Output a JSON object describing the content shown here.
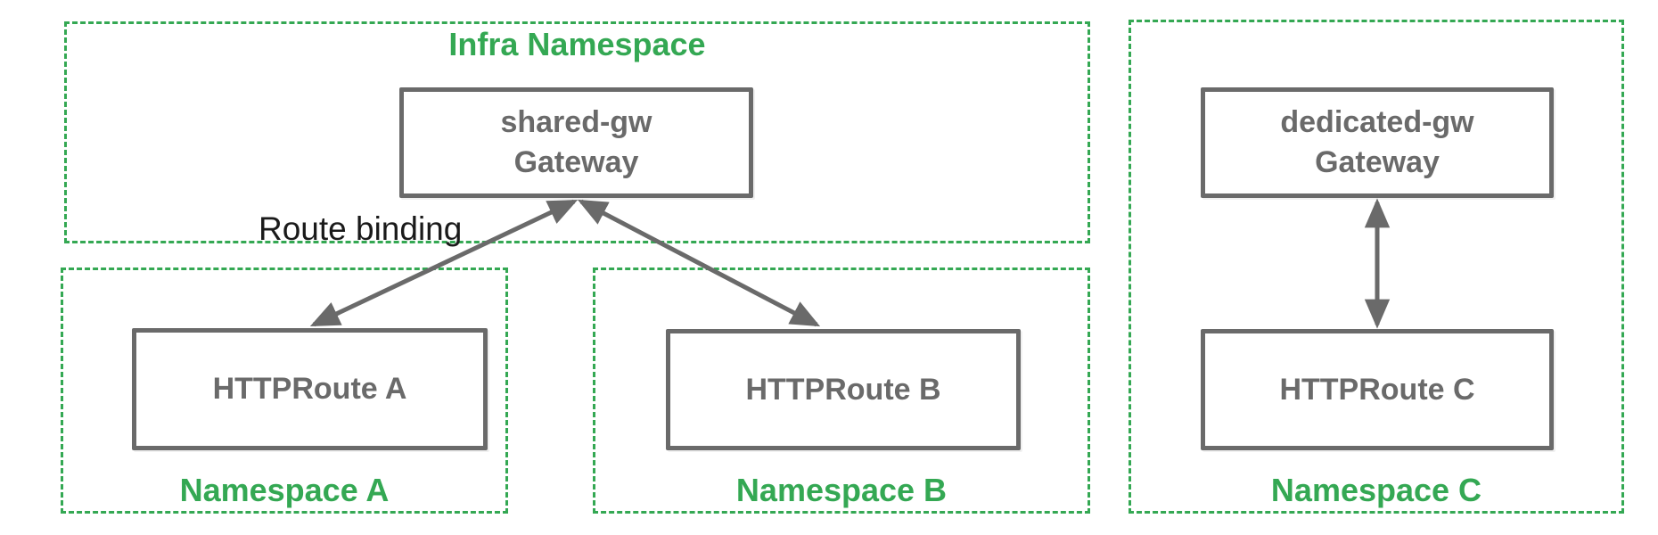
{
  "infra_namespace": {
    "label": "Infra Namespace"
  },
  "gateways": {
    "shared": {
      "name": "shared-gw",
      "kind": "Gateway"
    },
    "dedicated": {
      "name": "dedicated-gw",
      "kind": "Gateway"
    }
  },
  "namespaces": {
    "a": {
      "label": "Namespace A",
      "route": "HTTPRoute A"
    },
    "b": {
      "label": "Namespace B",
      "route": "HTTPRoute B"
    },
    "c": {
      "label": "Namespace C",
      "route": "HTTPRoute C"
    }
  },
  "annotations": {
    "route_binding": "Route binding"
  },
  "colors": {
    "namespace_green": "#34a853",
    "box_gray": "#6a6a6a",
    "annotation_black": "#1a1a1a",
    "background": "#ffffff"
  }
}
